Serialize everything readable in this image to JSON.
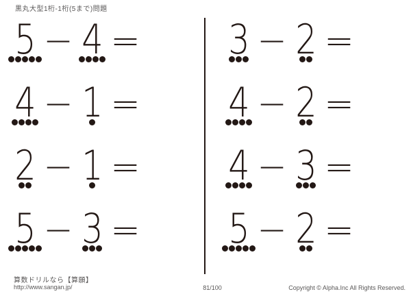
{
  "header": {
    "title": "黒丸大型1桁-1桁(5まで)問題"
  },
  "worksheet": {
    "operator": "−",
    "equals": "=",
    "columns": [
      {
        "problems": [
          {
            "minuend": 5,
            "subtrahend": 4
          },
          {
            "minuend": 4,
            "subtrahend": 1
          },
          {
            "minuend": 2,
            "subtrahend": 1
          },
          {
            "minuend": 5,
            "subtrahend": 3
          }
        ]
      },
      {
        "problems": [
          {
            "minuend": 3,
            "subtrahend": 2
          },
          {
            "minuend": 4,
            "subtrahend": 2
          },
          {
            "minuend": 4,
            "subtrahend": 3
          },
          {
            "minuend": 5,
            "subtrahend": 2
          }
        ]
      }
    ]
  },
  "footer": {
    "site_label": "算数ドリルなら【算願】",
    "site_url": "http://www.sangan.jp/",
    "page_number": "81/100",
    "copyright": "Copyright © Alpha.Inc All Rights Reserved."
  },
  "colors": {
    "ink": "#231815",
    "muted_text": "#595757"
  }
}
